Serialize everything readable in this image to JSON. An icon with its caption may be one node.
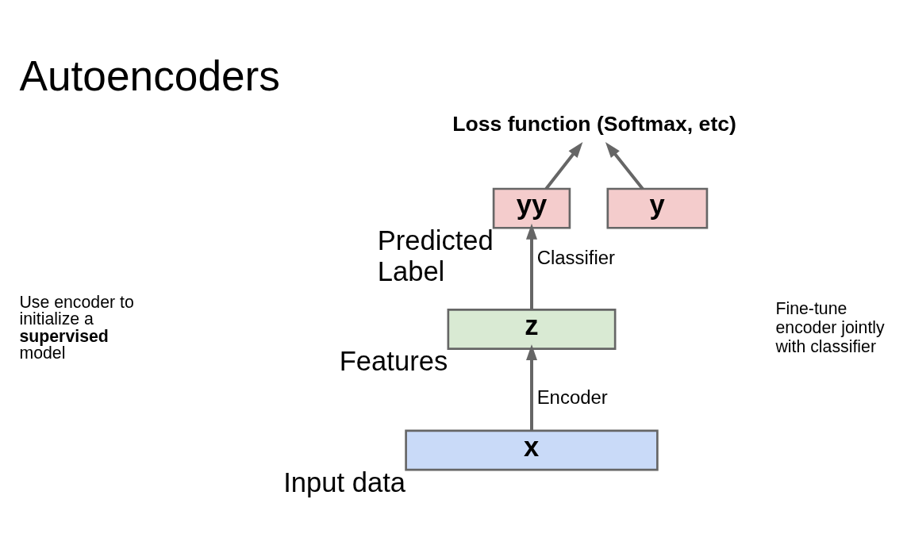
{
  "diagram": {
    "title": "Autoencoders",
    "nodes": [
      {
        "text": [
          "Loss function (Softmax, etc)"
        ]
      },
      {
        "text": [
          "yy"
        ],
        "beside": [
          "Predicted Label"
        ]
      },
      {
        "text": [
          "y"
        ]
      },
      {
        "text": [
          "z"
        ],
        "beside": [
          "Features"
        ]
      },
      {
        "text": [
          "x"
        ],
        "beside": [
          "Input data"
        ]
      }
    ],
    "edges": [
      {
        "from": 1,
        "to": 0,
        "arrow": "to"
      },
      {
        "from": 2,
        "to": 0,
        "arrow": "to"
      },
      {
        "from": 3,
        "to": 1,
        "arrow": "to",
        "label": "Classifier"
      },
      {
        "from": 4,
        "to": 3,
        "arrow": "to",
        "label": "Encoder"
      }
    ],
    "labels": [
      "Use encoder to initialize a **supervised** model",
      "Fine-tune encoder jointly with classifier"
    ]
  }
}
